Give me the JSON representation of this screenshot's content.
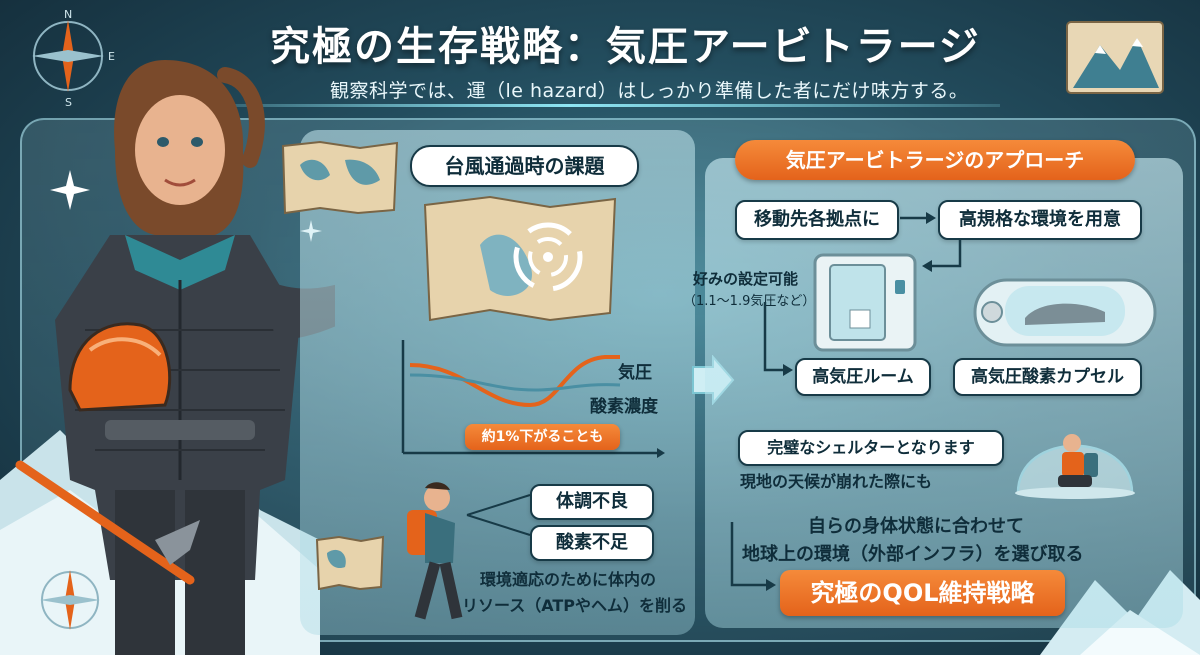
{
  "header": {
    "title": "究極の生存戦略：気圧アービトラージ",
    "subtitle": "観察科学では、運（le hazard）はしっかり準備した者にだけ味方する。"
  },
  "compass": {
    "north": "N",
    "south": "S",
    "east": "E"
  },
  "left_panel": {
    "heading": "台風通過時の課題",
    "chart": {
      "pressure_label": "気圧",
      "oxygen_label": "酸素濃度",
      "drop_note": "約1%下がることも"
    },
    "symptoms": [
      "体調不良",
      "酸素不足"
    ],
    "explanation_line1": "環境適応のために体内の",
    "explanation_line2": "リソース（ATPやヘム）を削る"
  },
  "right_panel": {
    "heading": "気圧アービトラージのアプローチ",
    "step1": "移動先各拠点に",
    "step2": "高規格な環境を用意",
    "setting_label": "好みの設定可能",
    "setting_range": "（1.1〜1.9気圧など）",
    "room_label": "高気圧ルーム",
    "capsule_label": "高気圧酸素カプセル",
    "shelter_line1": "完璧なシェルターとなります",
    "shelter_line2": "現地の天候が崩れた際にも",
    "choice_line1": "自らの身体状態に合わせて",
    "choice_line2": "地球上の環境（外部インフラ）を選び取る",
    "conclusion": "究極のQOL維持戦略"
  },
  "colors": {
    "accent_orange": "#e4631b",
    "teal_dark": "#132b38",
    "pressure_curve": "#e4631b",
    "oxygen_curve": "#4a8fa3"
  },
  "icons": [
    "compass-icon",
    "mountain-icon",
    "map-icon",
    "typhoon-icon",
    "sparkle-icon",
    "helmet-icon",
    "ice-axe-icon"
  ]
}
